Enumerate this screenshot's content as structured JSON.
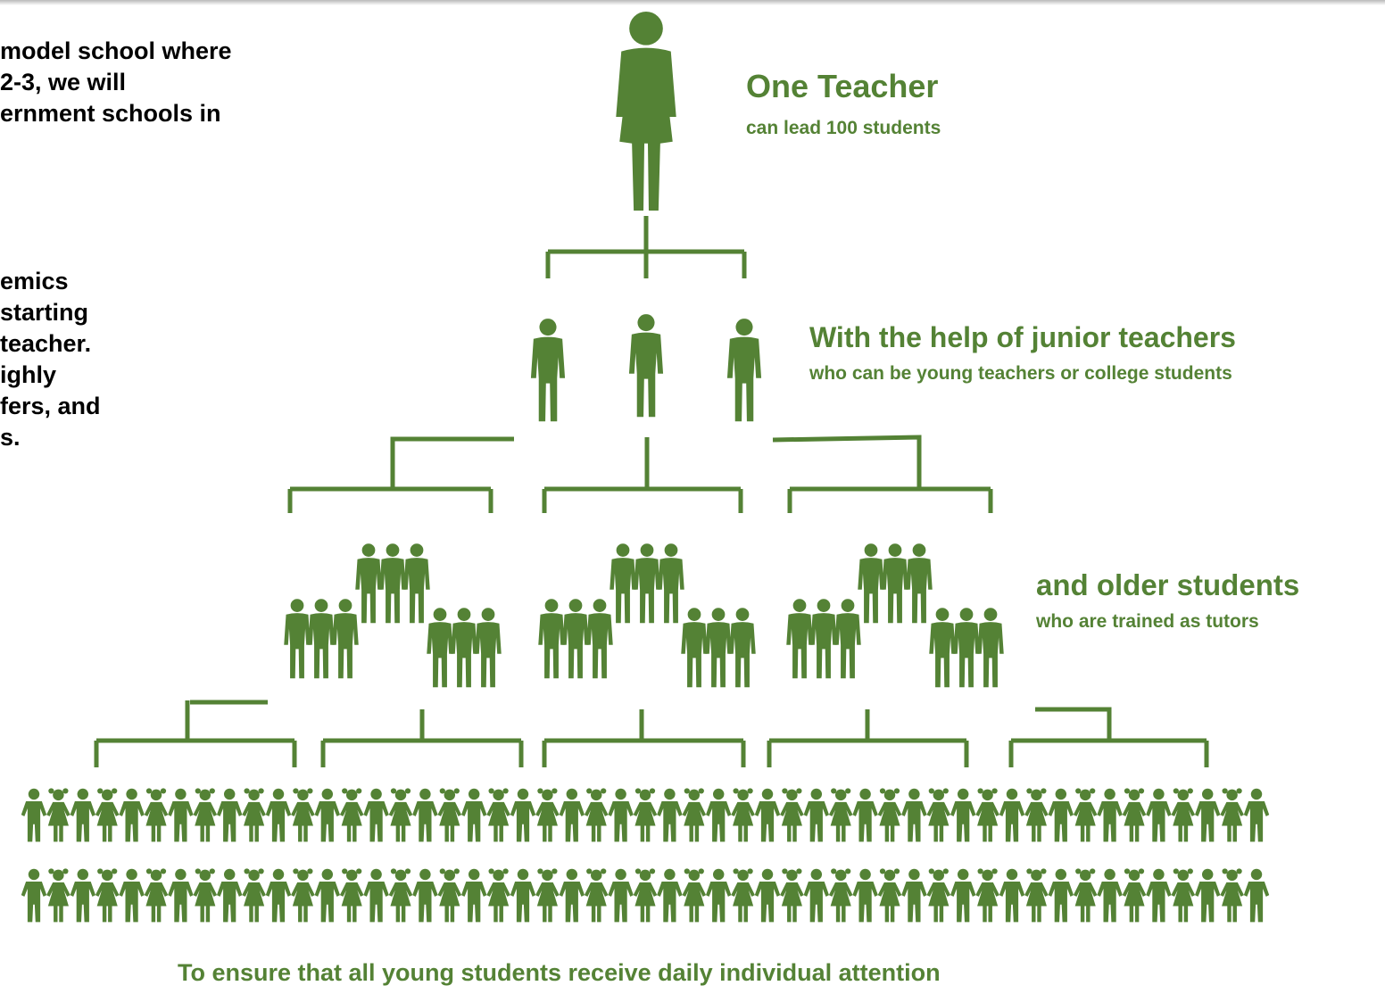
{
  "colors": {
    "green": "#548235",
    "text": "#000000"
  },
  "left_text": {
    "line1": "model school where",
    "line2": "2-3, we will",
    "line3": "ernment schools in",
    "line4": "emics",
    "line5": "starting",
    "line6": "teacher.",
    "line7": "ighly",
    "line8": "fers, and",
    "line9": "s."
  },
  "levels": {
    "teacher": {
      "title": "One Teacher",
      "subtitle": "can lead 100 students"
    },
    "junior": {
      "title": "With the help of junior teachers",
      "subtitle": "who can be young teachers or college students"
    },
    "tutors": {
      "title": "and older students",
      "subtitle": "who are trained as tutors"
    },
    "young": {
      "caption": "To ensure that all young students receive daily individual attention"
    }
  },
  "icons": {
    "teacher": "female-teacher-icon",
    "junior": "junior-teacher-icon",
    "tutor": "tutor-student-icon",
    "boy": "boy-child-icon",
    "girl": "girl-child-icon"
  }
}
